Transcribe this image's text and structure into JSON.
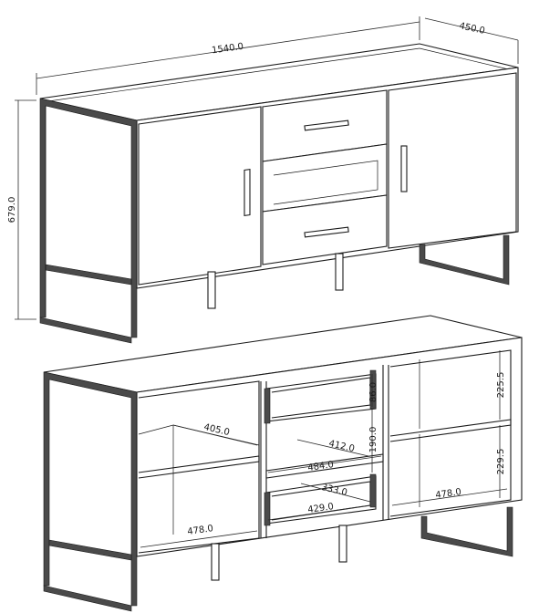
{
  "top_view": {
    "width_label": "1540.0",
    "depth_label": "450.0",
    "height_label": "679.0"
  },
  "bottom_view": {
    "shelf_depth_left": "405.0",
    "drawer_height": "86.0",
    "compartment_height_upper_right": "225.5",
    "drawer_opening_height": "190.0",
    "drawer_inner_width": "412.0",
    "middle_shelf_width": "484.0",
    "compartment_height_lower_right": "229.5",
    "drawer_depth": "333.0",
    "drawer_width": "429.0",
    "bottom_width_right": "478.0",
    "bottom_width_left": "478.0"
  },
  "colors": {
    "line": "#1a1a1a",
    "frame_fill": "#4a4a4a",
    "background": "#ffffff"
  }
}
